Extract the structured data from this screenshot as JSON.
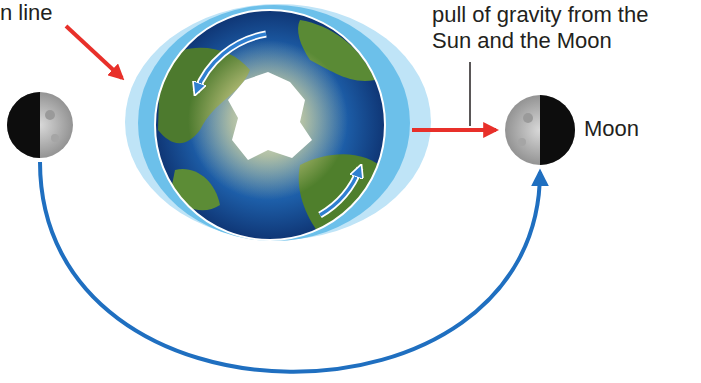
{
  "diagram": {
    "labels": [
      "n line",
      "pull of gravity from the Sun and the Moon",
      "Moon"
    ]
  }
}
